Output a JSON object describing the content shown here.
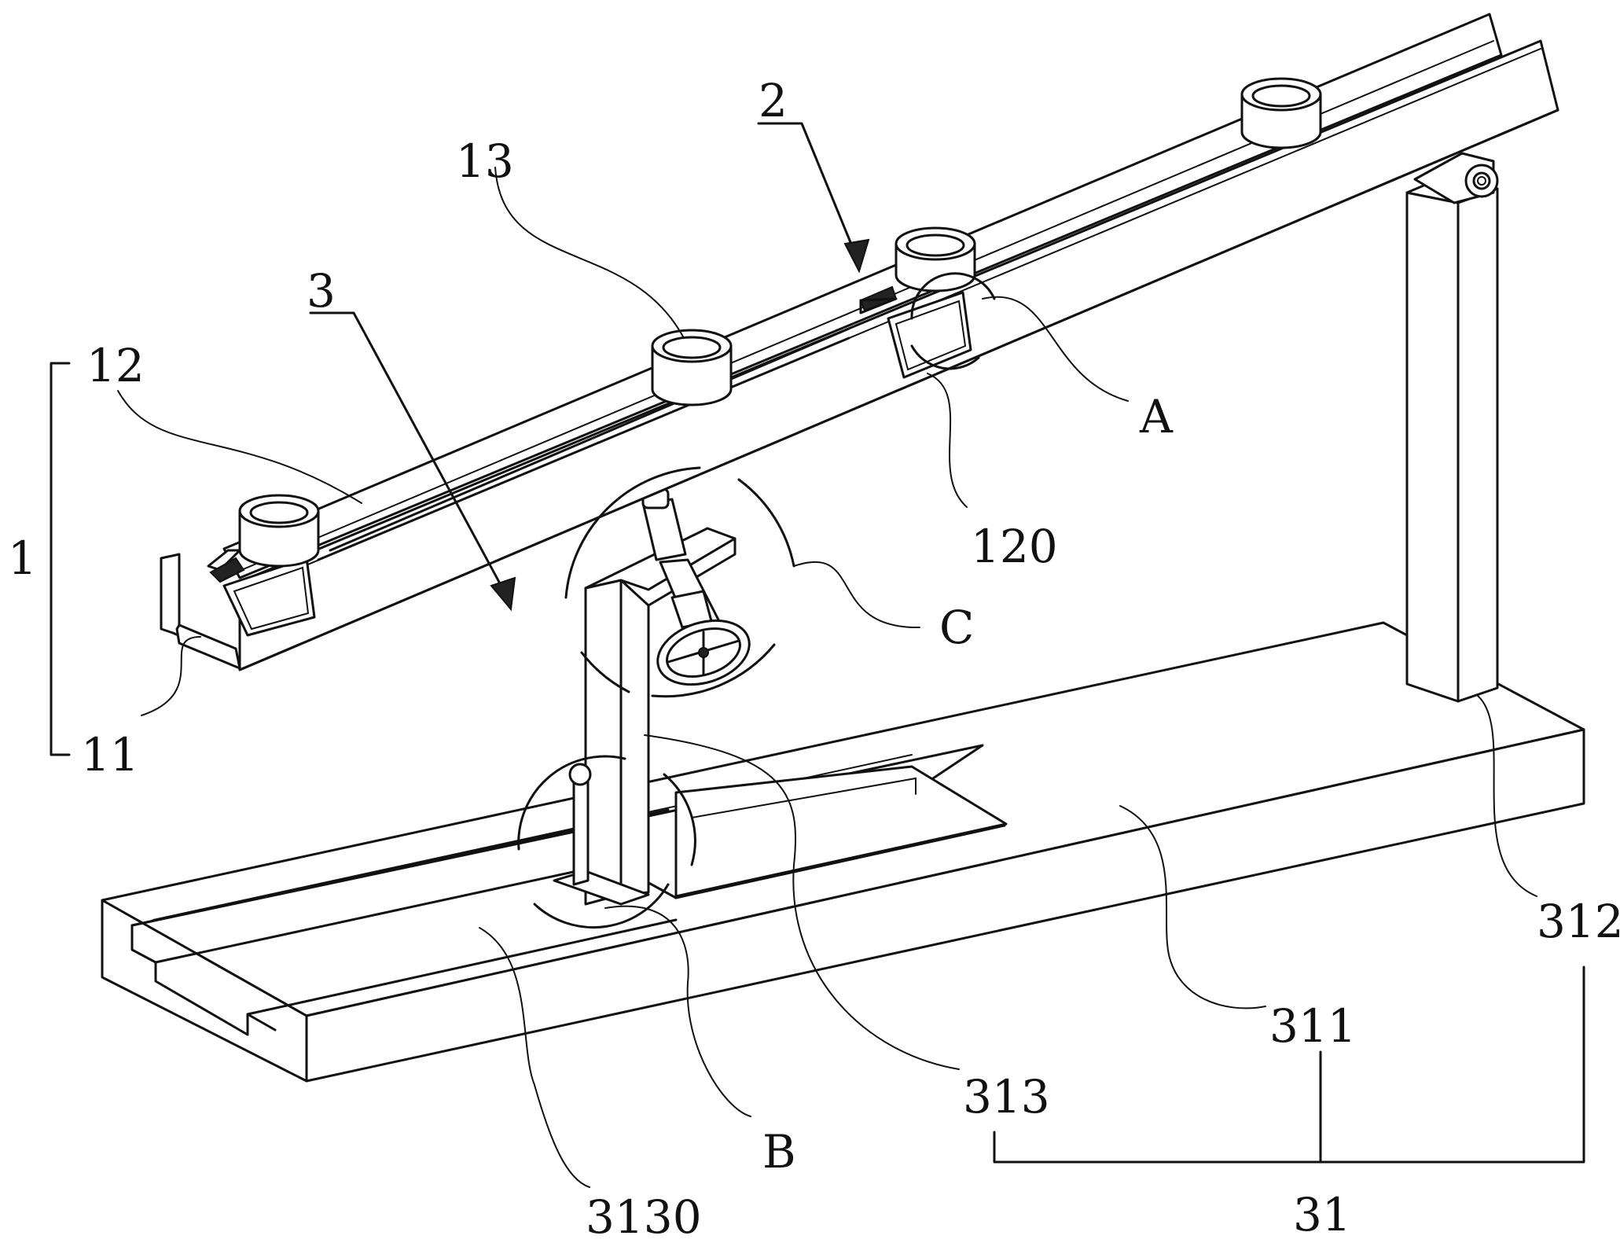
{
  "figure": {
    "labels": {
      "l1": "1",
      "l2": "2",
      "l3": "3",
      "l11": "11",
      "l12": "12",
      "l13": "13",
      "l120": "120",
      "lA": "A",
      "lB": "B",
      "lC": "C",
      "l31": "31",
      "l311": "311",
      "l312": "312",
      "l313": "313",
      "l3130": "3130"
    },
    "colors": {
      "line": "#111111",
      "background": "#ffffff"
    }
  }
}
